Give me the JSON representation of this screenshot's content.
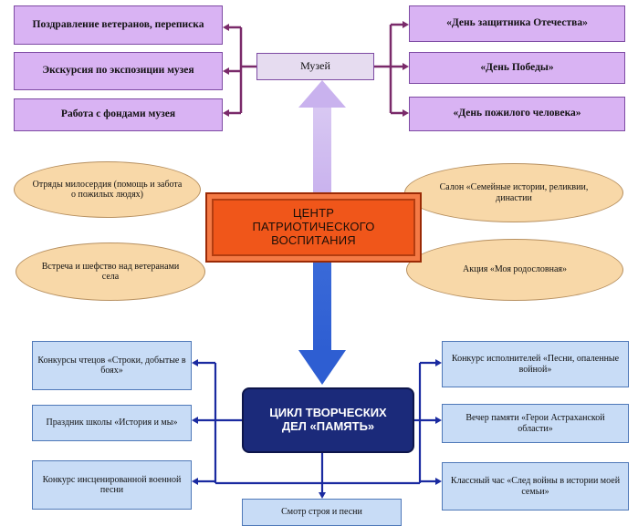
{
  "center": {
    "label": "ЦЕНТР ПАТРИОТИЧЕСКОГО ВОСПИТАНИЯ"
  },
  "museum": {
    "label": "Музей"
  },
  "cycle": {
    "label": "ЦИКЛ ТВОРЧЕСКИХ ДЕЛ «ПАМЯТЬ»"
  },
  "museum_left": [
    "Поздравление ветеранов, переписка",
    "Экскурсия по экспозиции музея",
    "Работа с фондами музея"
  ],
  "museum_right": [
    "«День защитника Отечества»",
    "«День Победы»",
    "«День пожилого человека»"
  ],
  "ovals": [
    "Отряды милосердия (помощь и забота о пожилых людях)",
    "Салон «Семейные истории, реликвии, династии",
    "Встреча и шефство над ветеранами села",
    "Акция «Моя родословная»"
  ],
  "cycle_left": [
    "Конкурсы чтецов «Строки, добытые в боях»",
    "Праздник школы «История и мы»",
    "Конкурс инсценированной военной песни"
  ],
  "cycle_right": [
    "Конкурс исполнителей «Песни, опаленные войной»",
    "Вечер памяти «Герои Астраханской области»",
    "Классный час «След войны в истории моей семьи»"
  ],
  "cycle_bottom": "Смотр строя и песни",
  "colors": {
    "purple_fill": "#d9b3f3",
    "purple_line": "#7a2a6a",
    "center_fill": "#f0561a",
    "cycle_fill": "#1b2a7a",
    "blue_fill": "#c8dcf6",
    "blue_line": "#1a2aa0",
    "oval_fill": "#f8d8a8"
  }
}
